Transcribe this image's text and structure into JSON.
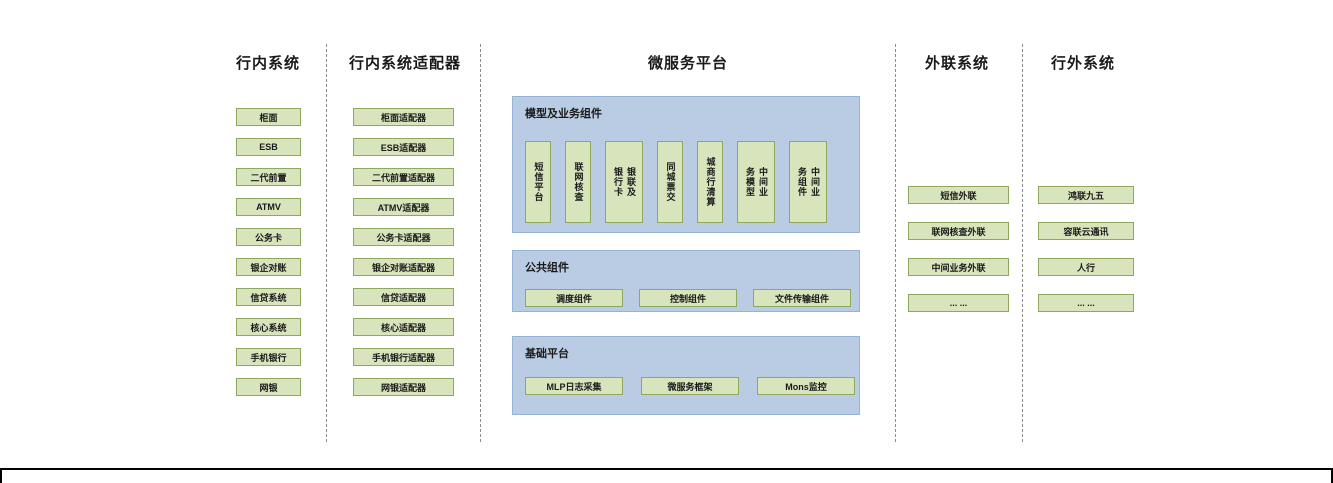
{
  "colors": {
    "green_fill": "#d8e4bc",
    "green_border": "#8fa860",
    "blue_fill": "#b9cce4",
    "blue_border": "#95b3d7",
    "separator": "#8c8c8c",
    "text": "#1a1a1a",
    "frame": "#000000"
  },
  "columns": {
    "internal": {
      "title": "行内系统",
      "items": [
        "柜面",
        "ESB",
        "二代前置",
        "ATMV",
        "公务卡",
        "银企对账",
        "信贷系统",
        "核心系统",
        "手机银行",
        "网银"
      ]
    },
    "adapters": {
      "title": "行内系统适配器",
      "items": [
        "柜面适配器",
        "ESB适配器",
        "二代前置适配器",
        "ATMV适配器",
        "公务卡适配器",
        "银企对账适配器",
        "信贷适配器",
        "核心适配器",
        "手机银行适配器",
        "网银适配器"
      ]
    },
    "platform": {
      "title": "微服务平台",
      "groups": [
        {
          "title": "模型及业务组件",
          "items": [
            "短信平台",
            "联网核查",
            "银联及\n银行卡",
            "同城票交",
            "城商行清算",
            "中间业\n务模型",
            "中间业\n务组件"
          ]
        },
        {
          "title": "公共组件",
          "items": [
            "调度组件",
            "控制组件",
            "文件传输组件"
          ]
        },
        {
          "title": "基础平台",
          "items": [
            "MLP日志采集",
            "微服务框架",
            "Mons监控"
          ]
        }
      ]
    },
    "external": {
      "title": "外联系统",
      "items": [
        "短信外联",
        "联网核查外联",
        "中间业务外联",
        "... ..."
      ]
    },
    "outside": {
      "title": "行外系统",
      "items": [
        "鸿联九五",
        "容联云通讯",
        "人行",
        "... ..."
      ]
    }
  }
}
